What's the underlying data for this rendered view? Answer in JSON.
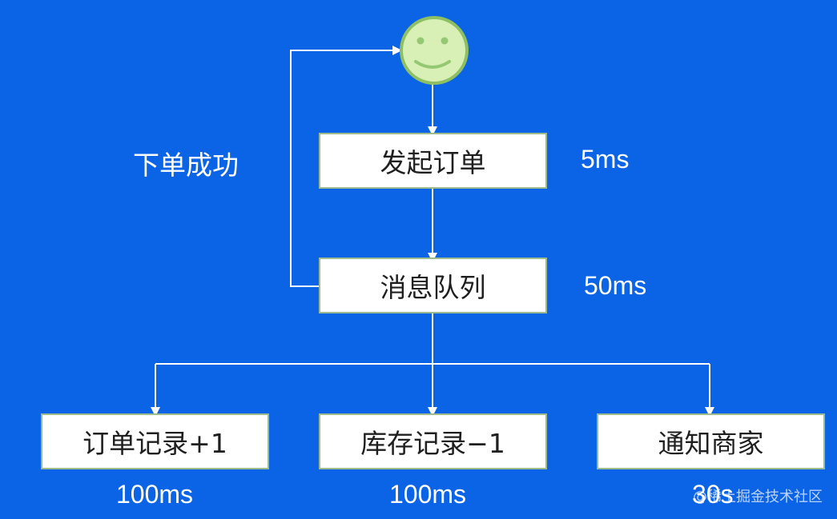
{
  "diagram": {
    "nodes": {
      "start_order": "发起订单",
      "message_queue": "消息队列",
      "order_record": "订单记录+1",
      "inventory_record": "库存记录−1",
      "notify_merchant": "通知商家"
    },
    "labels": {
      "success": "下单成功",
      "start_time": "5ms",
      "queue_time": "50ms",
      "order_time": "100ms",
      "inventory_time": "100ms",
      "notify_time": "30s"
    },
    "watermark": "@稀土掘金技术社区",
    "icon": "smiley-face-icon",
    "colors": {
      "background": "#0b63e6",
      "box_fill": "#ffffff",
      "box_border": "#9dbb8c",
      "line": "#ffffff",
      "smiley_fill": "#d8efb6",
      "smiley_stroke": "#8ebf63"
    }
  }
}
